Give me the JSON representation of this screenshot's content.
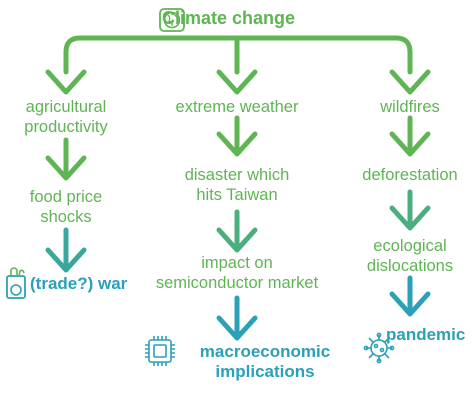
{
  "title": "Climate change",
  "colors": {
    "green": "#5fb553",
    "teal": "#2aa0b9"
  },
  "icons": [
    "globe-icon",
    "fruit-basket-icon",
    "microchip-icon",
    "virus-icon"
  ],
  "branches": {
    "left": {
      "step1": [
        "agricultural",
        "productivity"
      ],
      "step2": [
        "food price",
        "shocks"
      ],
      "outcome": "(trade?) war"
    },
    "middle": {
      "step1": "extreme weather",
      "step2": [
        "disaster which",
        "hits Taiwan"
      ],
      "step3": [
        "impact on",
        "semiconductor market"
      ],
      "outcome": [
        "macroeconomic",
        "implications"
      ]
    },
    "right": {
      "step1": "wildfires",
      "step2": "deforestation",
      "step3": [
        "ecological",
        "dislocations"
      ],
      "outcome": "pandemic"
    }
  }
}
